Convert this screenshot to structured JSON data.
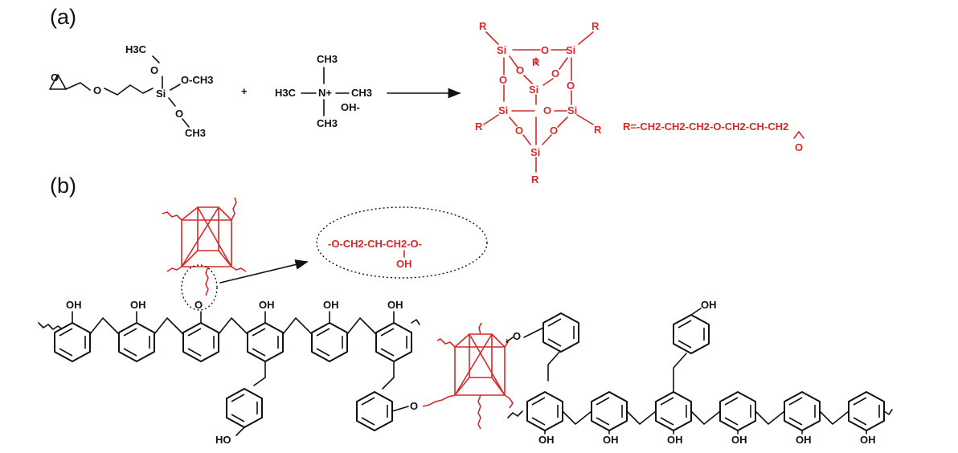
{
  "panel_labels": {
    "a": "(a)",
    "b": "(b)"
  },
  "reagents": {
    "silane_h3c": "H3C",
    "silane_si": "Si",
    "silane_och3": "O-CH3",
    "silane_o_lower": "O",
    "silane_ch3": "CH3",
    "plus": "+",
    "tmah_h3c": "H3C",
    "tmah_n": "N+",
    "tmah_ch3": "CH3",
    "tmah_oh": "OH-"
  },
  "product": {
    "r": "R",
    "si": "Si",
    "o": "O",
    "r_definition": "R=-CH2-CH2-CH2-O-CH2-CH-CH2",
    "r_epoxy_o": "O"
  },
  "zoom_label": {
    "main": "-O-CH2-CH-CH2-O-",
    "oh": "OH"
  },
  "chain_labels": {
    "oh": "OH",
    "ho": "HO",
    "o": "O"
  },
  "colors": {
    "red": "#d42a2a",
    "black": "#111111"
  }
}
